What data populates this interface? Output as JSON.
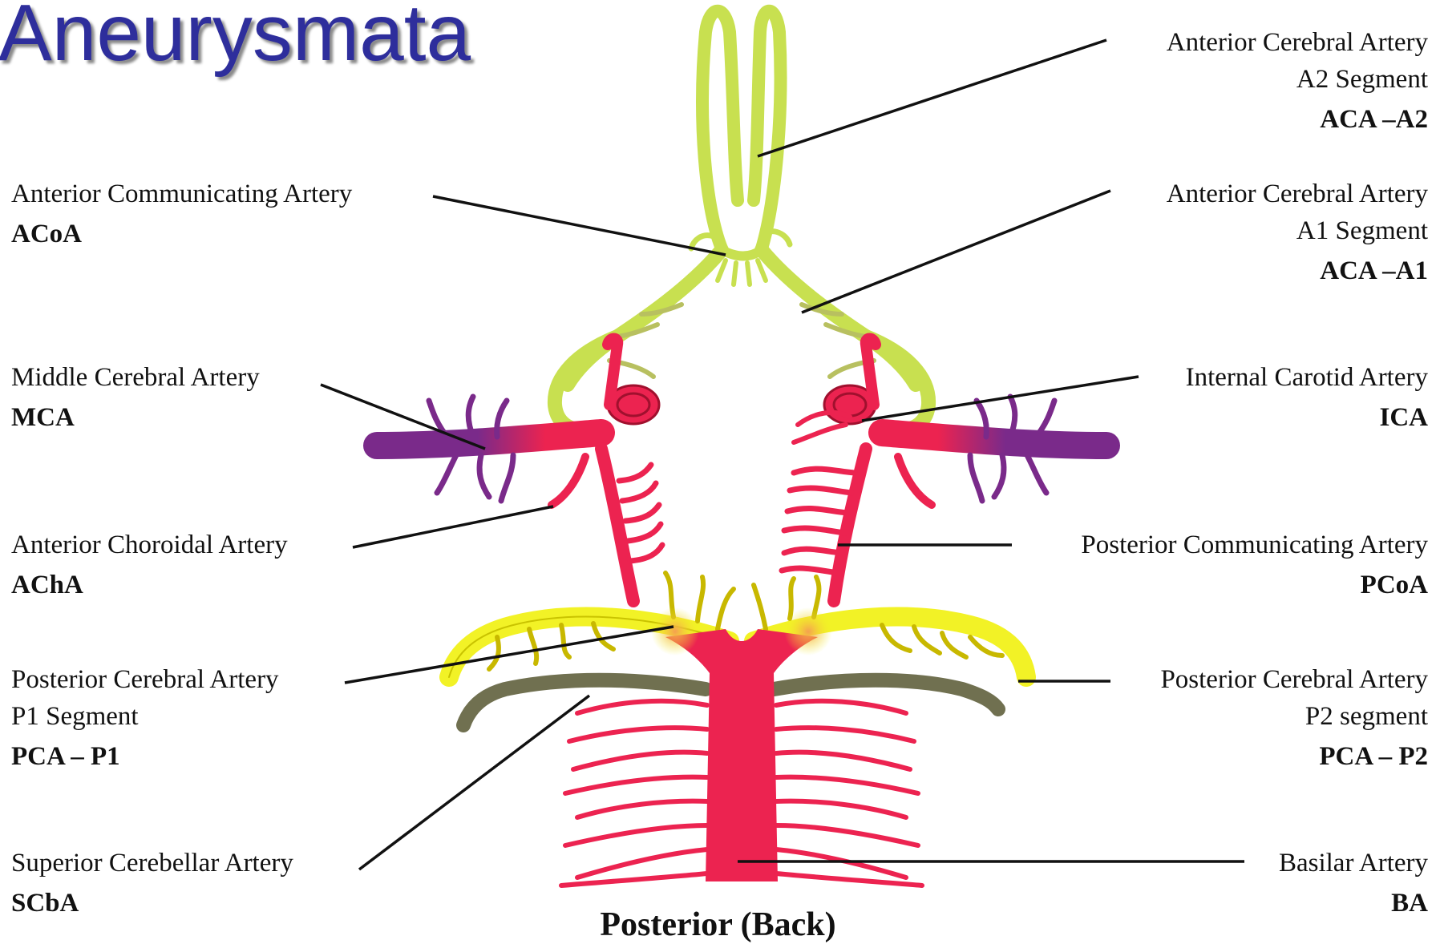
{
  "title": "Aneurysmata",
  "footer": "Posterior (Back)",
  "colors": {
    "aca_yellow_green": "#c8e050",
    "pca_yellow": "#f2f226",
    "ica_red": "#ec2350",
    "mca_purple": "#7a2a8a",
    "scba_olive": "#707050",
    "title_blue": "#2e2e9c"
  },
  "labels_left": [
    {
      "name": "Anterior Communicating Artery",
      "abbr": "ACoA"
    },
    {
      "name": "Middle Cerebral Artery",
      "abbr": "MCA"
    },
    {
      "name": "Anterior Choroidal Artery",
      "abbr": "AChA"
    },
    {
      "name": "Posterior Cerebral Artery",
      "segment": "P1 Segment",
      "abbr": "PCA – P1"
    },
    {
      "name": "Superior Cerebellar Artery",
      "abbr": "SCbA"
    }
  ],
  "labels_right": [
    {
      "name": "Anterior Cerebral Artery",
      "segment": "A2 Segment",
      "abbr": "ACA –A2"
    },
    {
      "name": "Anterior Cerebral Artery",
      "segment": "A1 Segment",
      "abbr": "ACA –A1"
    },
    {
      "name": "Internal Carotid Artery",
      "abbr": "ICA"
    },
    {
      "name": "Posterior Communicating Artery",
      "abbr": "PCoA"
    },
    {
      "name": "Posterior Cerebral Artery",
      "segment": "P2 segment",
      "abbr": "PCA – P2"
    },
    {
      "name": "Basilar Artery",
      "abbr": "BA"
    }
  ]
}
